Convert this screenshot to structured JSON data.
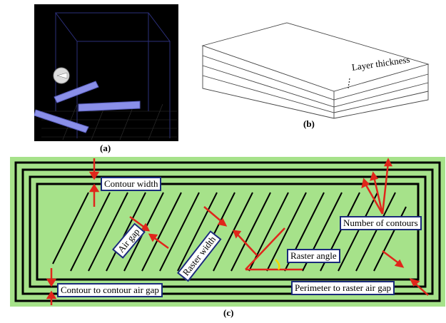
{
  "captions": {
    "a": "(a)",
    "b": "(b)",
    "c": "(c)"
  },
  "panel_b": {
    "layer_label": "Layer thickness"
  },
  "panel_c": {
    "contour_width": "Contour width",
    "air_gap": "Air gap",
    "raster_width": "Raster width",
    "raster_angle": "Raster angle",
    "number_of_contours": "Number of contours",
    "contour_to_contour_air_gap": "Contour to contour air gap",
    "perimeter_to_raster_air_gap": "Perimeter to raster air gap"
  },
  "colors": {
    "road": "#a6e28a",
    "gap": "#000000",
    "arrow": "#e0261b",
    "label_border": "#1a2b7a",
    "bar": "#8a8fe8"
  }
}
